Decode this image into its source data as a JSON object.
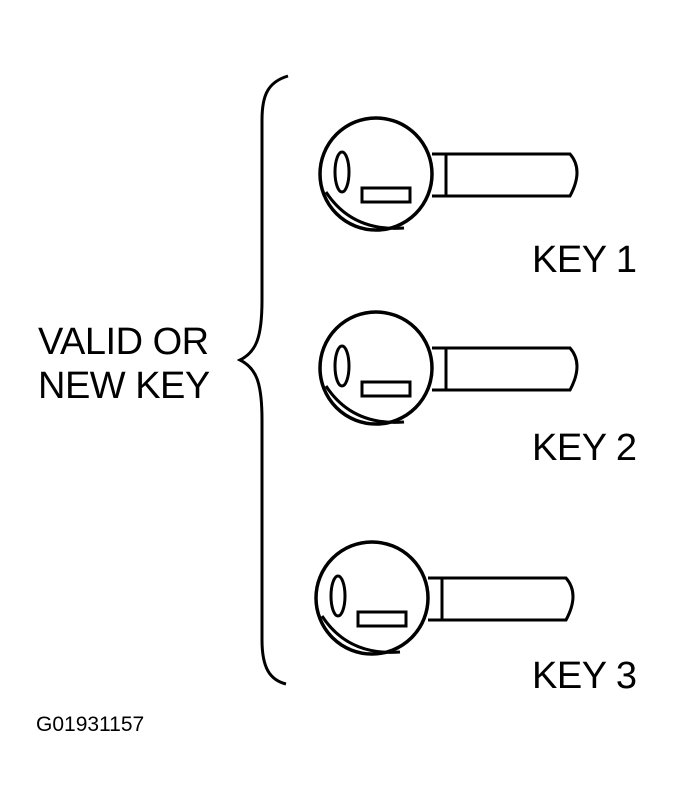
{
  "group_label": {
    "line1": "VALID OR",
    "line2": "NEW KEY"
  },
  "keys": [
    {
      "label": "KEY 1"
    },
    {
      "label": "KEY 2"
    },
    {
      "label": "KEY 3"
    }
  ],
  "figure_code": "G01931157",
  "colors": {
    "stroke": "#000000",
    "background": "#ffffff"
  },
  "icons": [
    "brace-icon",
    "key-icon"
  ]
}
